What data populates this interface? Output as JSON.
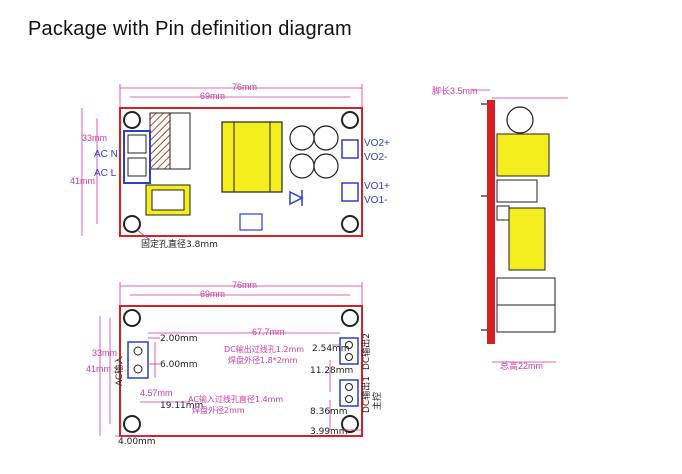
{
  "title": "Package with Pin definition diagram",
  "top_view": {
    "width": "76mm",
    "hole_span": "69mm",
    "hole_span_height": "33mm",
    "height": "41mm",
    "ac_n": "AC  N",
    "ac_l": "AC  L",
    "vo2_pos": "VO2+",
    "vo2_neg": "VO2-",
    "vo1_pos": "VO1+",
    "vo1_neg": "VO1-",
    "mount_hole": "固定孔直径3.8mm"
  },
  "bottom_view": {
    "width": "76mm",
    "hole_span": "69mm",
    "inner_span": "67.7mm",
    "height_inner": "33mm",
    "height": "41mm",
    "ac_input_label": "AC输入",
    "dim_2_00": "2.00mm",
    "dim_6_00": "6.00mm",
    "dim_4_57": "4.57mm",
    "dim_19_11": "19.11mm",
    "dim_4_00": "4.00mm",
    "dim_2_54": "2.54mm",
    "dim_11_28": "11.28mm",
    "dim_8_36": "8.36mm",
    "dim_3_99": "3.99mm",
    "dc_hole_note_1": "DC输出过线孔1.2mm",
    "dc_hole_note_2": "焊盘外径1.8*2mm",
    "ac_hole_note_1": "AC输入过线孔直径1.4mm",
    "ac_hole_note_2": "焊盘外径2mm",
    "dc_out2": "DC输出2",
    "dc_out1": "DC输出1",
    "main_ctrl": "主控"
  },
  "side_view": {
    "pin_length": "脚长3.5mm",
    "total_height": "总高22mm"
  },
  "colors": {
    "board_border": "#d81f26",
    "dimension": "#d23aa0",
    "component_yellow": "#f4ee1e",
    "label_blue": "#2b3fd1"
  }
}
